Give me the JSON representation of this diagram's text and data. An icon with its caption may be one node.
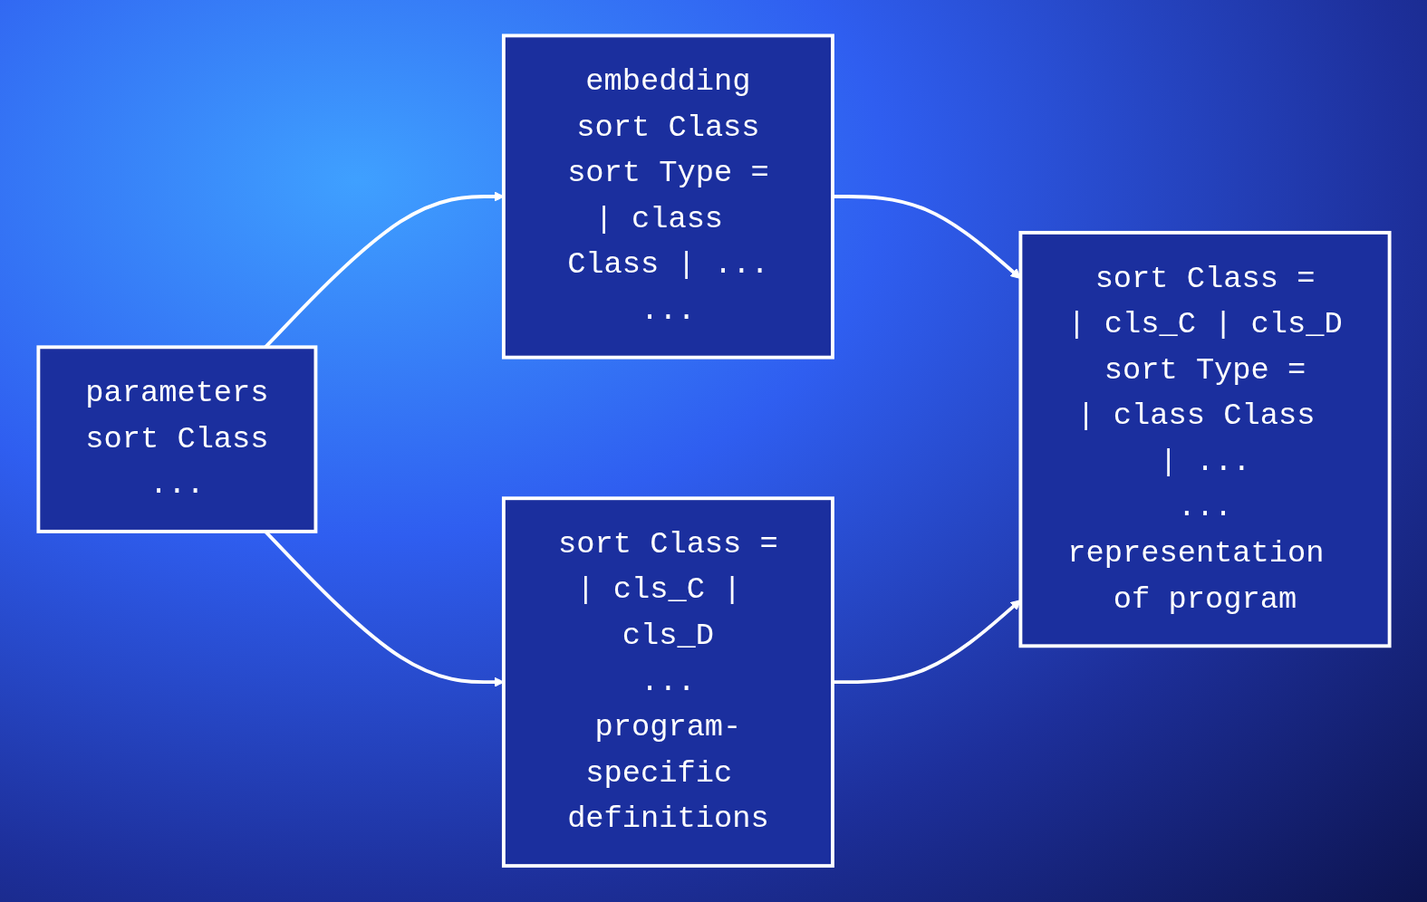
{
  "diagram": {
    "nodes": [
      {
        "text": [
          "parameters",
          "sort Class",
          "..."
        ]
      },
      {
        "text": [
          "embedding",
          "sort Class",
          "sort Type =",
          "| class Class | ...",
          "..."
        ]
      },
      {
        "text": [
          "sort Class =",
          "| cls_C | cls_D",
          "...",
          "program-specific definitions"
        ]
      },
      {
        "text": [
          "sort Class =",
          "| cls_C | cls_D",
          "sort Type =",
          "| class Class | ...",
          "...",
          "representation of program"
        ]
      }
    ],
    "edges": [
      {
        "from": 0,
        "to": 1,
        "arrow": "to"
      },
      {
        "from": 0,
        "to": 2,
        "arrow": "to"
      },
      {
        "from": 1,
        "to": 3,
        "arrow": "to"
      },
      {
        "from": 2,
        "to": 3,
        "arrow": "to"
      }
    ]
  }
}
